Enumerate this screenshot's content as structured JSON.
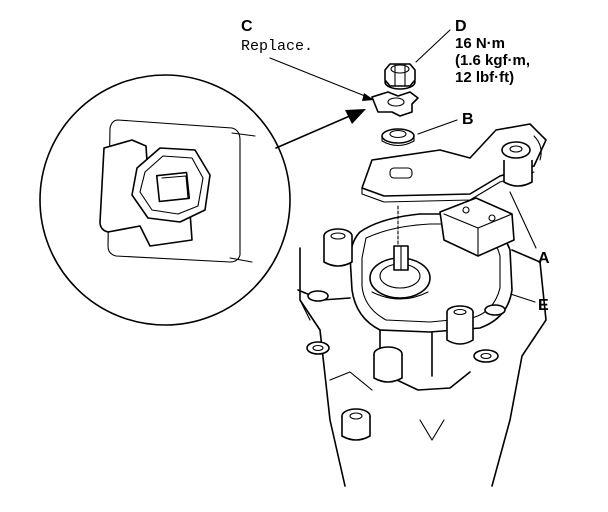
{
  "callouts": {
    "a": {
      "letter": "A"
    },
    "b": {
      "letter": "B"
    },
    "c": {
      "letter": "C",
      "note": "Replace."
    },
    "d": {
      "letter": "D",
      "torque_line1": "16 N·m",
      "torque_line2": "(1.6 kgf·m,",
      "torque_line3": "12 lbf·ft)"
    },
    "e": {
      "letter": "E"
    }
  }
}
